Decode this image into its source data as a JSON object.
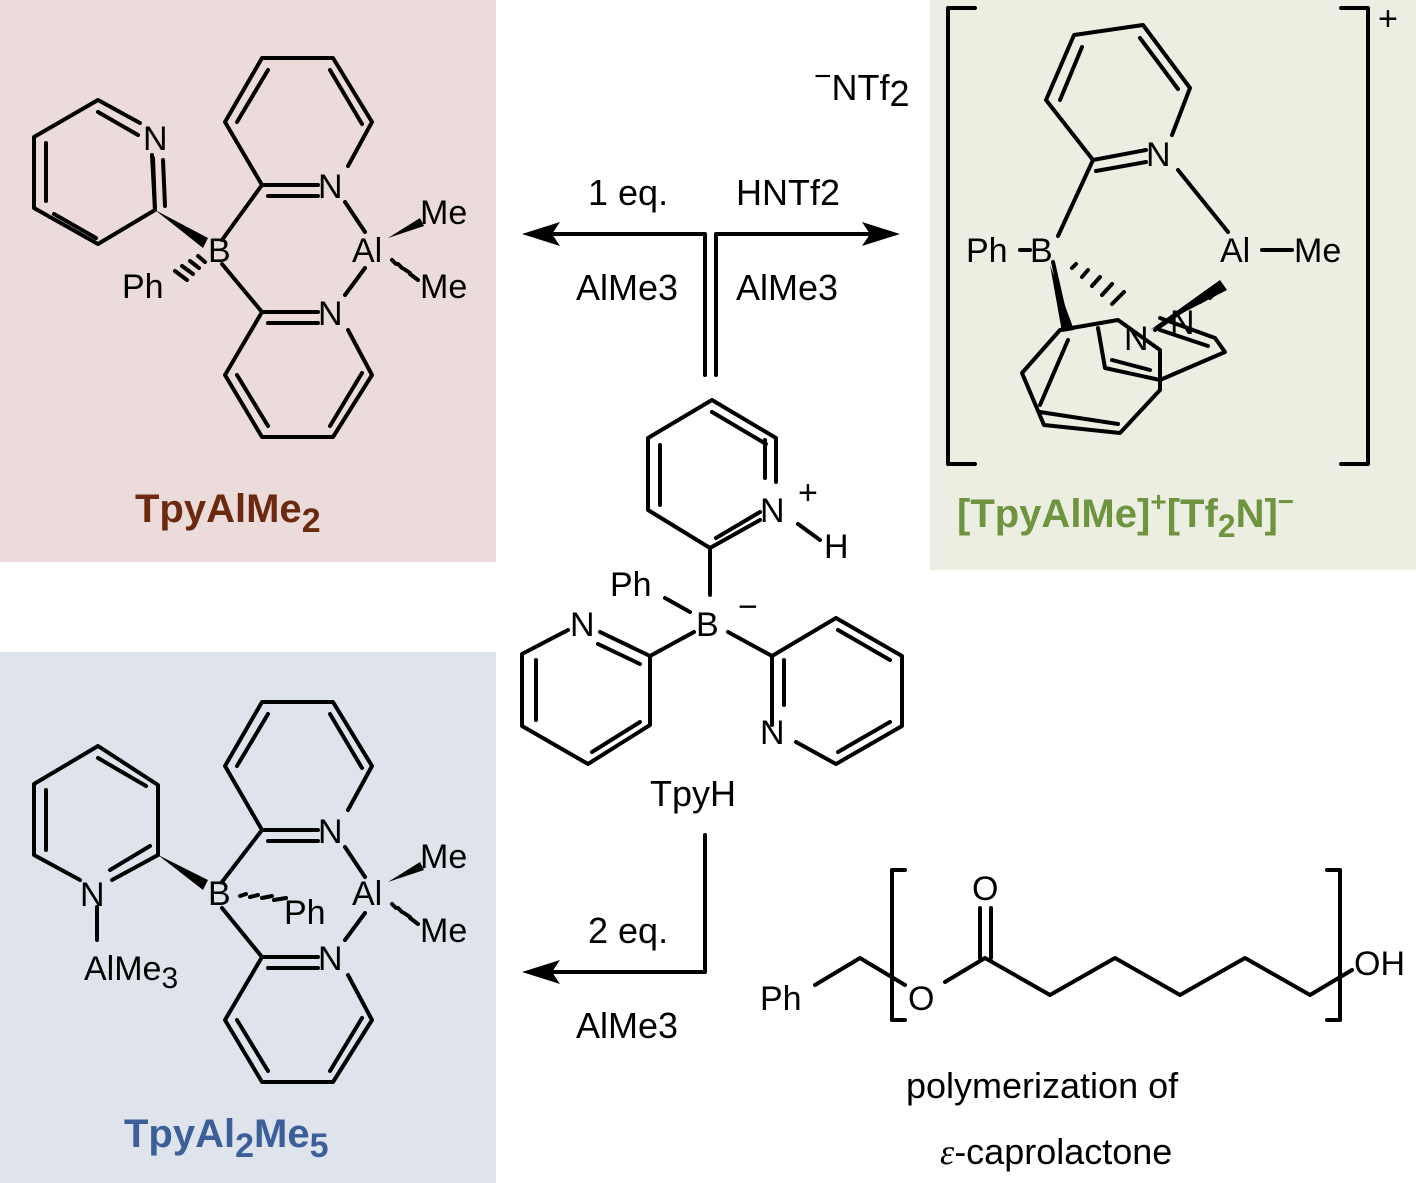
{
  "colors": {
    "panel_tpyalme2": "#ebdcdb",
    "panel_tpyalme_cation": "#edeee2",
    "panel_tpyal2me5": "#dfe4ec",
    "caption_tpyalme2": "#6b2a10",
    "caption_tpyalme_cation": "#6f9440",
    "caption_tpyal2me5": "#3c5e99"
  },
  "atoms": {
    "N": "N",
    "B": "B",
    "Al": "Al",
    "Me": "Me",
    "Ph": "Ph",
    "H": "H",
    "O": "O",
    "OH": "OH",
    "AlMe3_sub": "AlMe",
    "sub3": "3",
    "plus": "+",
    "minus": "−"
  },
  "compounds": {
    "tpyalme2": {
      "name": "TpyAlMe",
      "sub": "2"
    },
    "cation": {
      "part1": "[TpyAlMe]",
      "sup1": "+",
      "part2": "[Tf",
      "sub2": "2",
      "part3": "N]",
      "sup3": "−",
      "counterion_minus": "−",
      "counterion": "NTf",
      "counterion_sub": "2",
      "bracket_charge": "+"
    },
    "tpyal2me5": {
      "p1": "TpyAl",
      "s1": "2",
      "p2": "Me",
      "s2": "5"
    },
    "tpyh": {
      "name": "TpyH"
    }
  },
  "reactions": {
    "left_top": "1 eq.",
    "left_bottom": "AlMe3",
    "right_top": "HNTf2",
    "right_bottom": "AlMe3",
    "down_top": "2 eq.",
    "down_bottom": "AlMe3"
  },
  "polymer": {
    "line1": "polymerization of",
    "line2_prefix": "ε",
    "line2_rest": "-caprolactone"
  }
}
